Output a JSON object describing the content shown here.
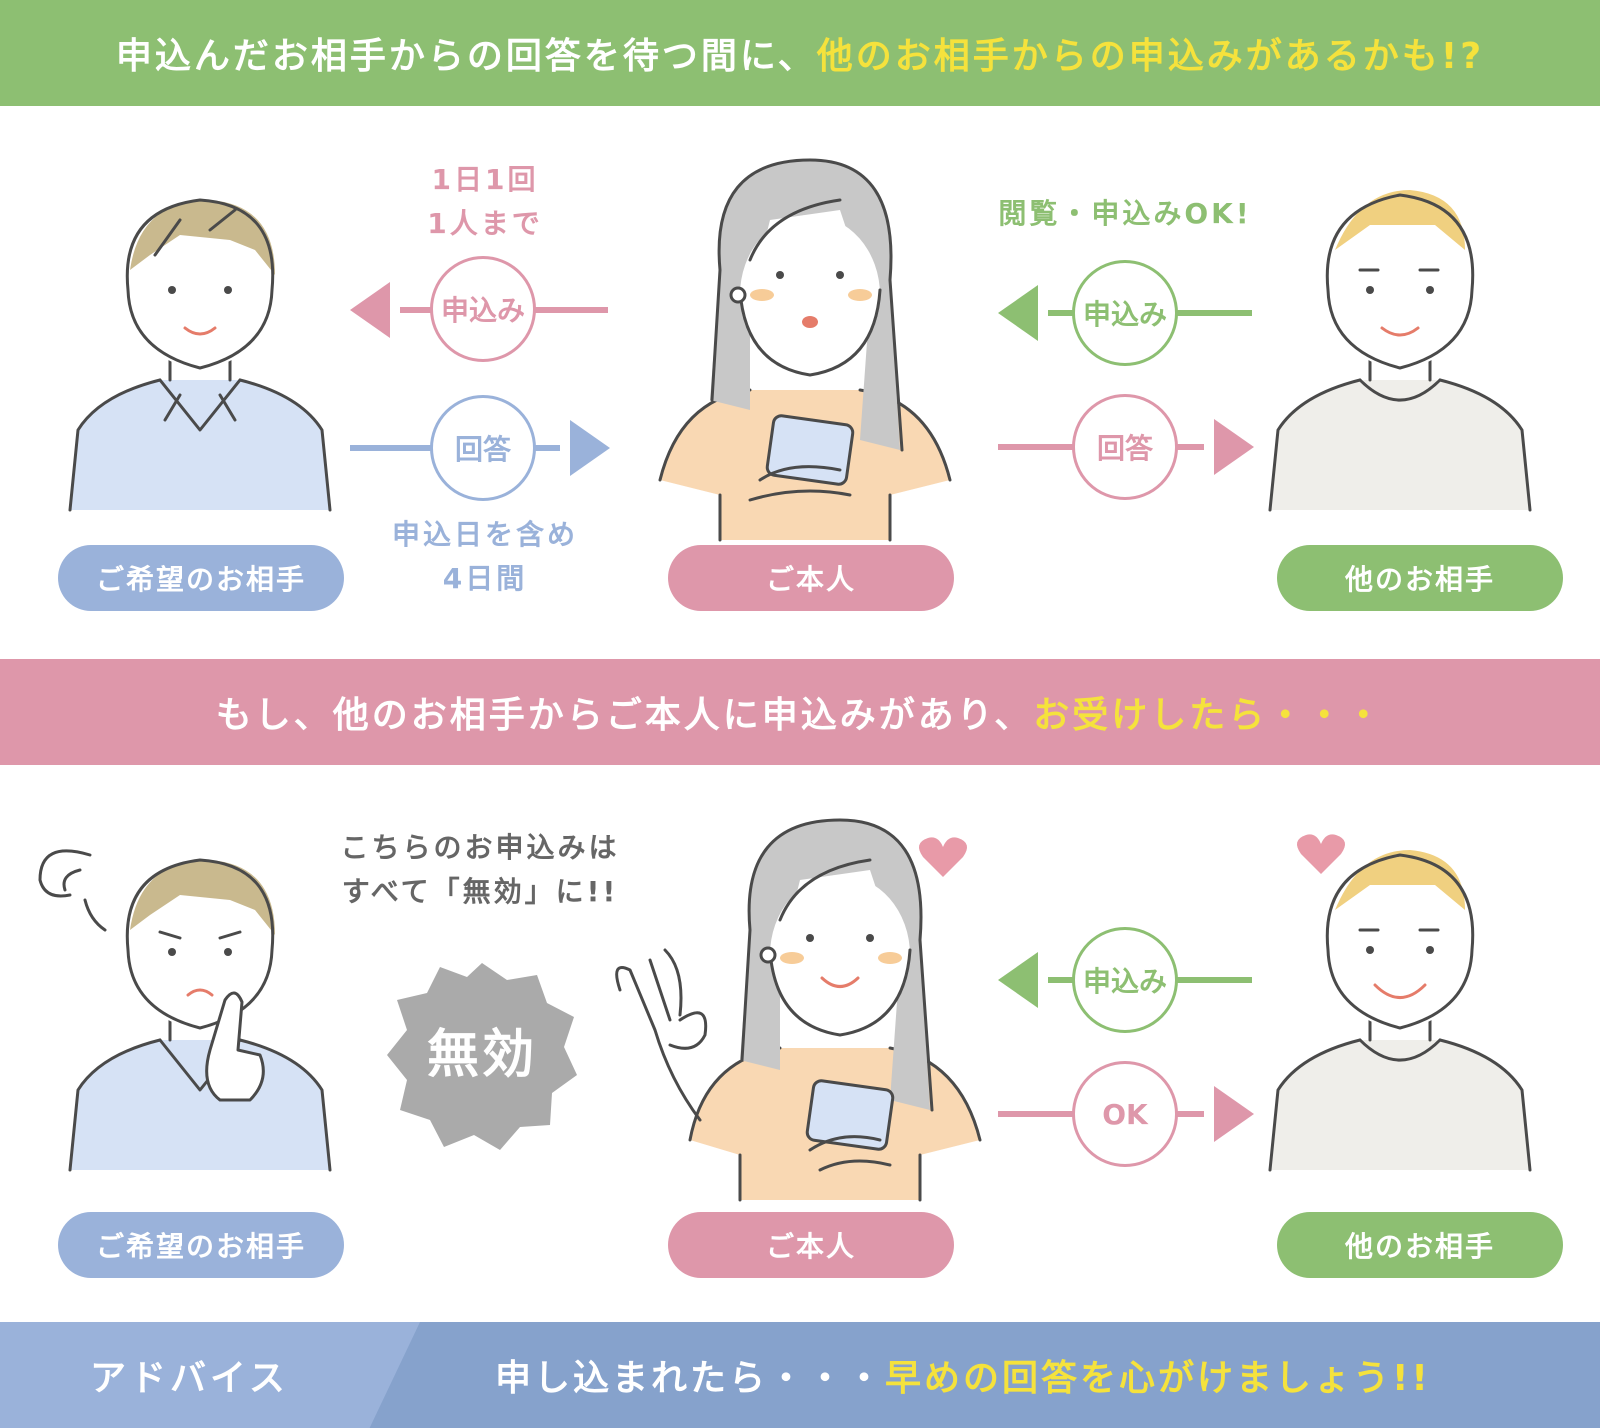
{
  "top_banner": {
    "text_a": "申込んだお相手からの回答を待つ間に、",
    "text_b": "他のお相手からの申込みがあるかも!?"
  },
  "mid_banner": {
    "text_a": "もし、他のお相手からご本人に申込みがあり、",
    "text_b": "お受けしたら・・・"
  },
  "section1": {
    "left_note": [
      "1日1回",
      "1人まで"
    ],
    "apply_label": "申込み",
    "answer_label": "回答",
    "bottom_note": [
      "申込日を含め",
      "4日間"
    ],
    "right_note": "閲覧・申込みOK!",
    "right_apply_label": "申込み",
    "right_answer_label": "回答",
    "labels": {
      "left": "ご希望のお相手",
      "center": "ご本人",
      "right": "他のお相手"
    }
  },
  "section2": {
    "note": [
      "こちらのお申込みは",
      "すべて「無効」に!!"
    ],
    "invalid_badge": "無効",
    "right_apply_label": "申込み",
    "ok_label": "OK",
    "labels": {
      "left": "ご希望のお相手",
      "center": "ご本人",
      "right": "他のお相手"
    }
  },
  "advice": {
    "label": "アドバイス",
    "text_a": "申し込まれたら・・・",
    "text_b": "早めの回答を心がけましょう!!"
  },
  "colors": {
    "green": "#8dbf72",
    "pink": "#de97aa",
    "blue": "#9ab2da",
    "yellow": "#f5e23c",
    "gray": "#aaaaaa"
  }
}
